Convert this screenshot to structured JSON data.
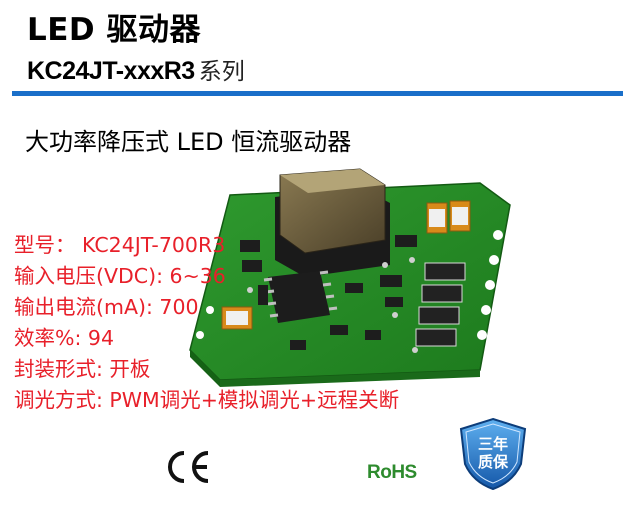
{
  "header": {
    "title": "LED 驱动器",
    "series_model": "KC24JT-xxxR3",
    "series_suffix": "系列",
    "accent_color": "#1a6fc9"
  },
  "subtitle": "大功率降压式 LED 恒流驱动器",
  "specs": [
    "型号： KC24JT-700R3",
    "输入电压(VDC): 6~36",
    "输出电流(mA): 700",
    "效率%: 94",
    "封装形式: 开板",
    "调光方式: PWM调光+模拟调光+远程关断"
  ],
  "spec_color": "#e8202a",
  "certifications": {
    "ce": "CE",
    "rohs": "RoHS",
    "warranty_line1": "三年",
    "warranty_line2": "质保"
  },
  "images": {
    "board": "pcb-module-photo"
  }
}
